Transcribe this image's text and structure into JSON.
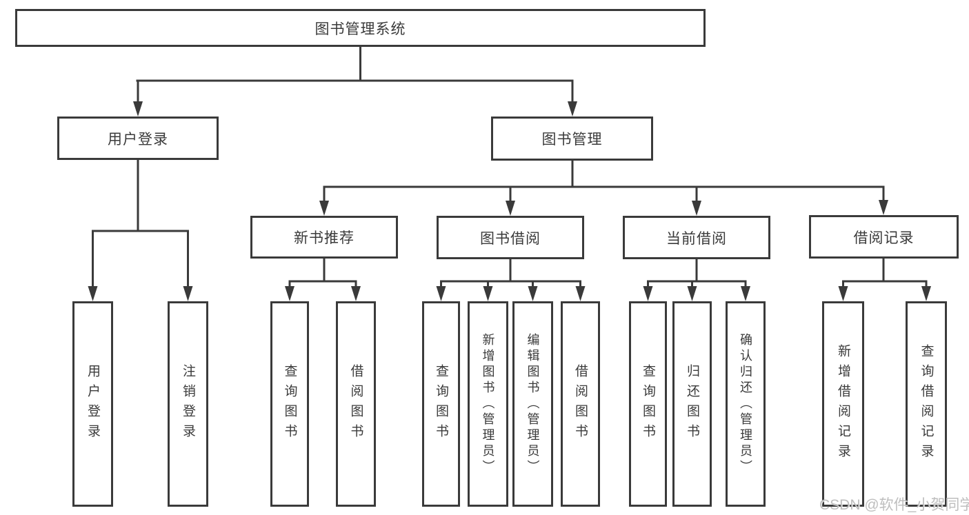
{
  "root": {
    "label": "图书管理系统"
  },
  "level1": [
    {
      "label": "用户登录",
      "children": [
        {
          "label": "用户登录"
        },
        {
          "label": "注销登录"
        }
      ]
    },
    {
      "label": "图书管理",
      "children": [
        {
          "label": "新书推荐",
          "children": [
            {
              "label": "查询图书"
            },
            {
              "label": "借阅图书"
            }
          ]
        },
        {
          "label": "图书借阅",
          "children": [
            {
              "label": "查询图书"
            },
            {
              "label": "新增图书（管理员）"
            },
            {
              "label": "编辑图书（管理员）"
            },
            {
              "label": "借阅图书"
            }
          ]
        },
        {
          "label": "当前借阅",
          "children": [
            {
              "label": "查询图书"
            },
            {
              "label": "归还图书"
            },
            {
              "label": "确认归还（管理员）"
            }
          ]
        },
        {
          "label": "借阅记录",
          "children": [
            {
              "label": "新增借阅记录"
            },
            {
              "label": "查询借阅记录"
            }
          ]
        }
      ]
    }
  ],
  "watermark": "CSDN @软件_小贺同学",
  "colors": {
    "line": "#3a3a3a",
    "text": "#3a3a3a",
    "watermark": "#bababa",
    "background": "#ffffff"
  }
}
